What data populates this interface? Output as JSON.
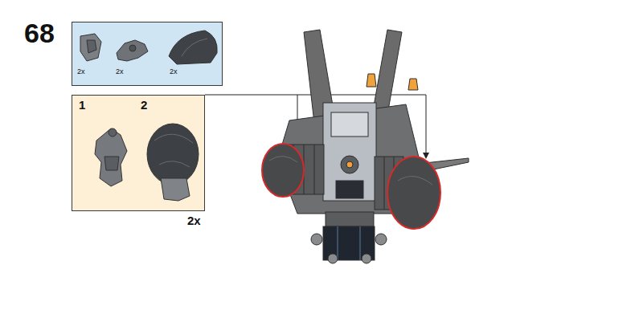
{
  "diagram": {
    "nodes": [
      {
        "text": [
          "2x",
          "2x",
          "2x"
        ]
      },
      {
        "text": [
          "1",
          "2",
          "2x"
        ]
      }
    ],
    "labels": [
      "68"
    ]
  }
}
